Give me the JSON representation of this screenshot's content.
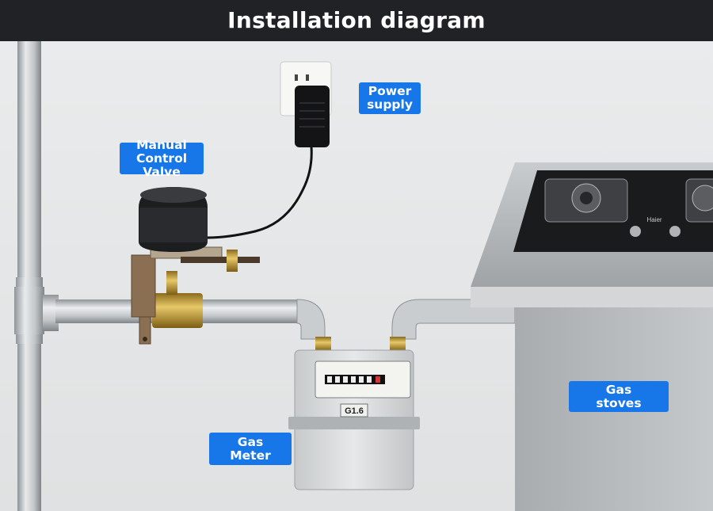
{
  "header": {
    "title": "Installation diagram"
  },
  "labels": {
    "power_supply": "Power\nsupply",
    "manual_control_valve": "Manual\nControl Valve",
    "gas_meter": "Gas\nMeter",
    "gas_stoves": "Gas\nstoves"
  },
  "meter": {
    "model": "G1.6"
  },
  "stove": {
    "brand": "Haier"
  },
  "colors": {
    "label_bg": "#1877e8",
    "header_bg": "#202225",
    "pipe": "#bfc3c6"
  }
}
